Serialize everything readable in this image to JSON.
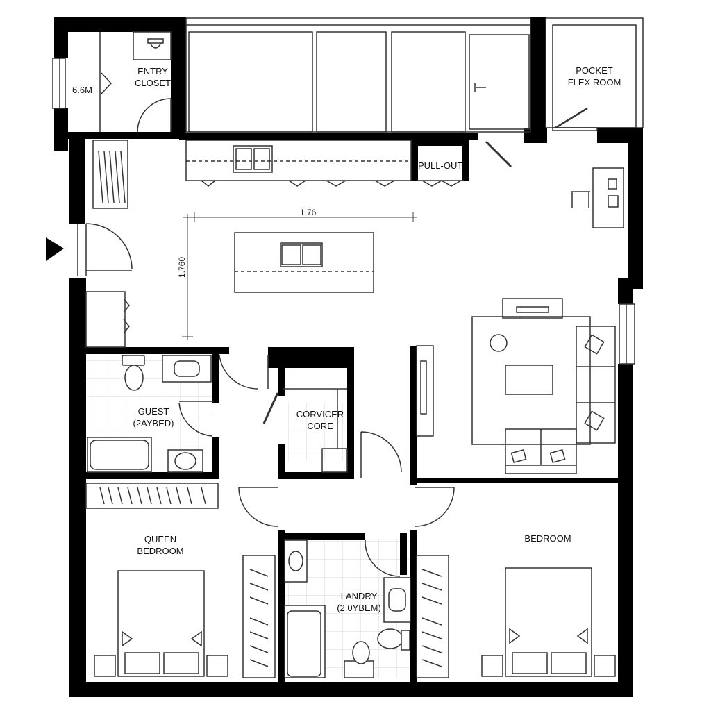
{
  "plan": {
    "title": "Apartment Floor Plan",
    "colors": {
      "wall": "#000000",
      "line": "#333333",
      "tile": "#d8d8d8",
      "background": "#ffffff"
    }
  },
  "rooms": {
    "entry_closet": {
      "line1": "ENTRY",
      "line2": "CLOSET"
    },
    "pocket_flex": {
      "line1": "POCKET",
      "line2": "FLEX ROOM"
    },
    "pull_out": {
      "label": "PULL-OUT"
    },
    "guest": {
      "line1": "GUEST",
      "line2": "(2AYBED)"
    },
    "service_core": {
      "line1": "CORVICER",
      "line2": "CORE"
    },
    "queen_bedroom": {
      "line1": "QUEEN",
      "line2": "BEDROOM"
    },
    "laundry": {
      "line1": "LANDRY",
      "line2": "(2.0YBEM)"
    },
    "bedroom": {
      "label": "BEDROOM"
    }
  },
  "dimensions": {
    "closet_width": "6.6M",
    "kitchen_horizontal": "1.76",
    "kitchen_vertical": "1.760"
  },
  "icons": {
    "entry_marker": "triangle-right",
    "sinks": "double-sink",
    "toilets": "toilet",
    "doors": "door-swing-arc"
  }
}
